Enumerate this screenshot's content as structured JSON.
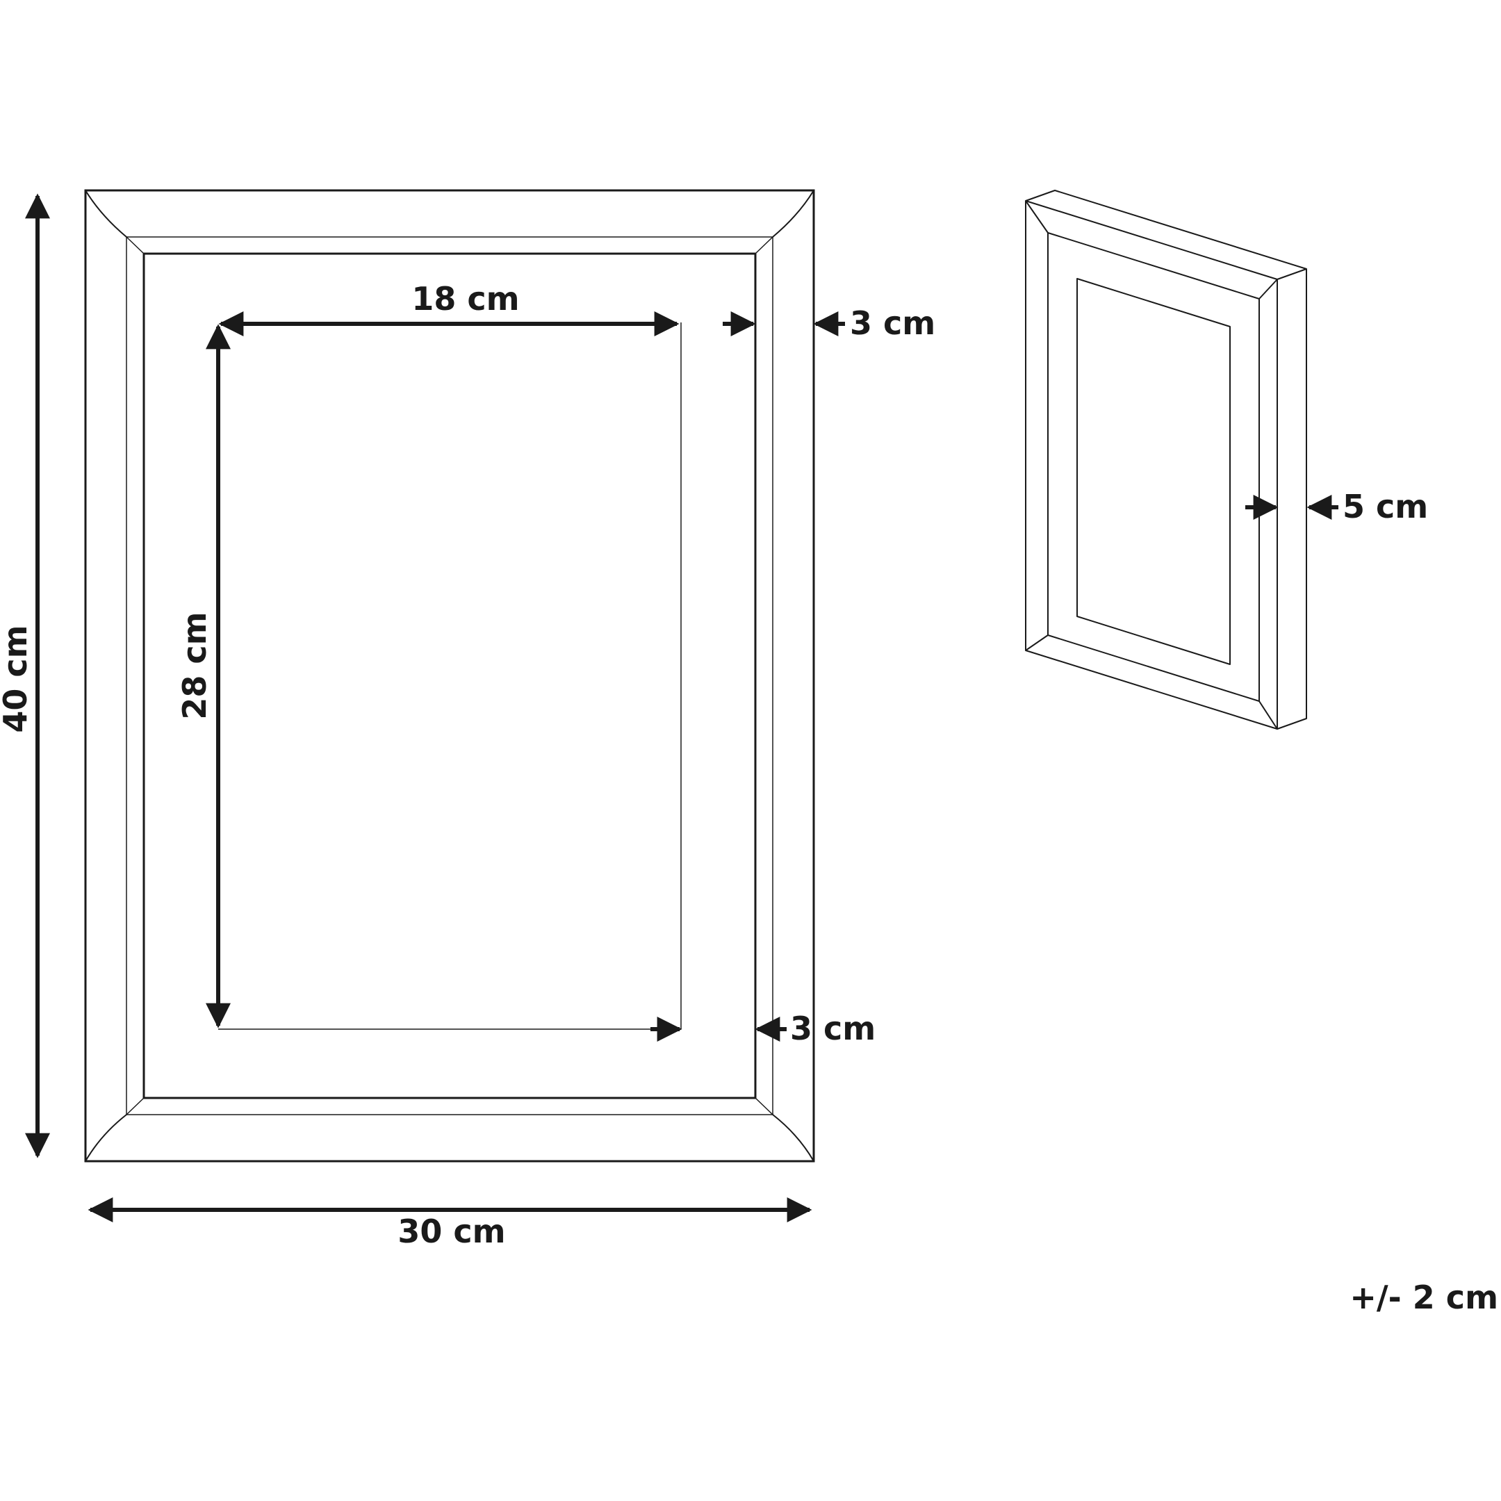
{
  "labels": {
    "overall_height": "40 cm",
    "overall_width": "30 cm",
    "inner_width": "18 cm",
    "inner_height": "28 cm",
    "frame_border_top": "3 cm",
    "frame_border_bottom": "3 cm",
    "depth": "5 cm",
    "tolerance": "+/- 2 cm"
  },
  "colors": {
    "line": "#1a1a1a",
    "background": "#ffffff"
  }
}
